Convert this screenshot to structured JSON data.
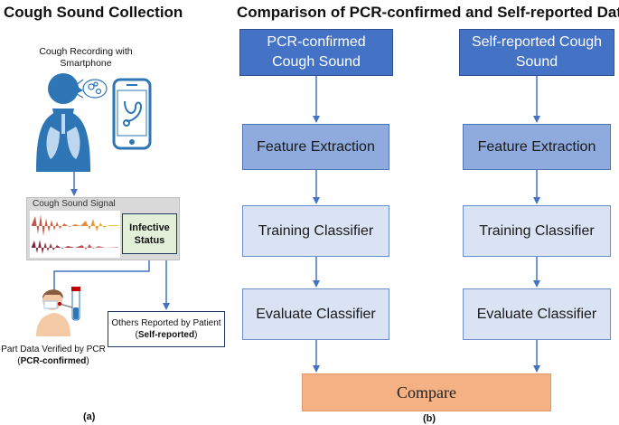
{
  "panel_a": {
    "title": "Cough Sound Collection",
    "recording_label_line1": "Cough Recording with",
    "recording_label_line2": "Smartphone",
    "signal_label": "Cough Sound Signal",
    "infective_line1": "Infective",
    "infective_line2": "Status",
    "pcr_label_line1": "Part Data Verified by PCR",
    "pcr_label_open": "(",
    "pcr_label_bold": "PCR-confirmed",
    "pcr_label_close": ")",
    "self_label_line1": "Others Reported by Patient",
    "self_label_open": "(",
    "self_label_bold": "Self-reported",
    "self_label_close": ")",
    "caption": "(a)"
  },
  "panel_b": {
    "title": "Comparison of PCR-confirmed and Self-reported Data",
    "pcr_column": {
      "source_line1": "PCR-confirmed",
      "source_line2": "Cough Sound",
      "feature": "Feature Extraction",
      "training": "Training Classifier",
      "evaluate": "Evaluate Classifier"
    },
    "self_column": {
      "source_line1": "Self-reported Cough",
      "source_line2": "Sound",
      "feature": "Feature Extraction",
      "training": "Training Classifier",
      "evaluate": "Evaluate Classifier"
    },
    "compare": "Compare",
    "caption": "(b)"
  },
  "colors": {
    "dark_box": "#4472c4",
    "mid_box": "#8faadc",
    "light_box": "#dae3f3",
    "compare_box": "#f4b183",
    "arrow": "#4472c4",
    "figure_icon": "#2e75b6"
  },
  "icons": [
    "person-coughing-icon",
    "smartphone-stethoscope-icon",
    "patient-swab-test-icon",
    "waveform-icon"
  ]
}
